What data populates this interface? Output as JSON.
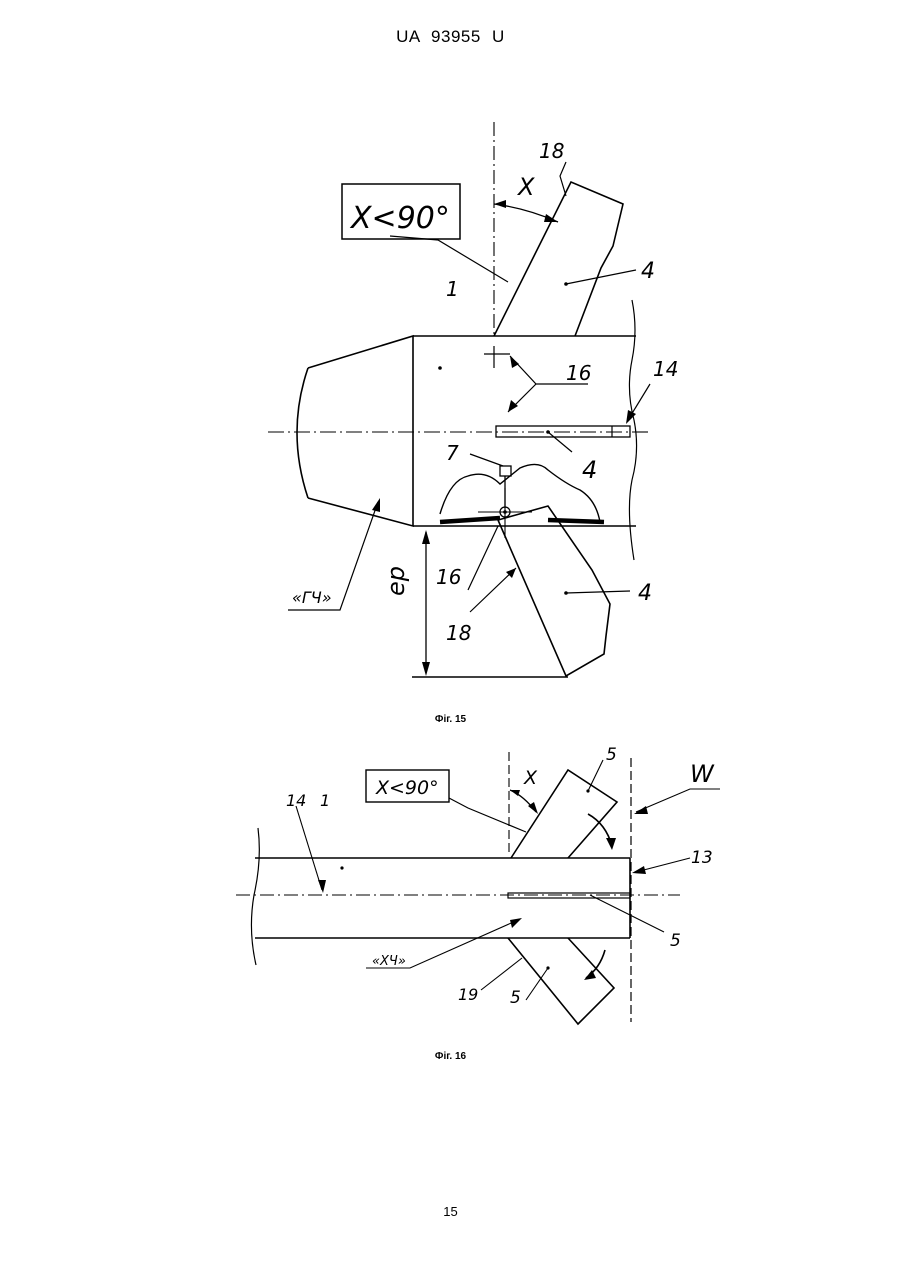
{
  "header": {
    "patent_number": "UA   93955   U"
  },
  "figure15": {
    "caption": "Фіг. 15",
    "angle_label": "X<90°",
    "angle_symbol": "X",
    "label_18_top": "18",
    "label_4_top": "4",
    "label_1": "1",
    "label_16_mid": "16",
    "label_14": "14",
    "label_4_mid": "4",
    "label_7": "7",
    "label_16_low": "16",
    "label_18_low": "18",
    "label_4_low": "4",
    "label_gch": "«ГЧ»",
    "label_ep": "ep"
  },
  "figure16": {
    "caption": "Фіг. 16",
    "angle_label": "X<90°",
    "angle_symbol": "X",
    "label_5_top": "5",
    "label_w": "W",
    "label_14": "14",
    "label_1": "1",
    "label_13": "13",
    "label_5_right": "5",
    "label_xch": "«ХЧ»",
    "label_19": "19",
    "label_5_low": "5"
  },
  "footer": {
    "page_number": "15"
  }
}
